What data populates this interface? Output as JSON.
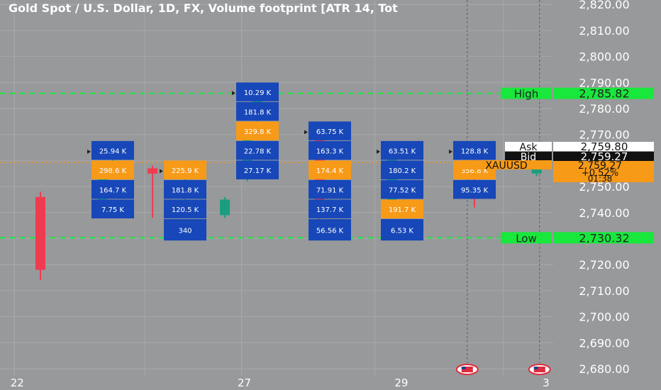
{
  "title": "Gold Spot / U.S. Dollar, 1D, FX, Volume footprint [ATR 14, Tot",
  "colors": {
    "background": "#98999b",
    "grid": "#a8a9ab",
    "text": "#ffffff",
    "footprint_cell": "#1747b8",
    "poc_cell": "#f79a17",
    "bull": "#1a9e7f",
    "bear": "#ef3b4f",
    "level_line": "#18e83c",
    "price_label": "#f79a17",
    "current_price_line": "#f79a17"
  },
  "chart_data": {
    "type": "candlestick-footprint",
    "title": "Gold Spot / U.S. Dollar, 1D, FX, Volume footprint [ATR 14, Tot",
    "y_axis": {
      "ticks": [
        "2,820.00",
        "2,810.00",
        "2,800.00",
        "2,790.00",
        "2,780.00",
        "2,770.00",
        "2,760.00",
        "2,750.00",
        "2,740.00",
        "2,730.00",
        "2,720.00",
        "2,710.00",
        "2,700.00",
        "2,690.00",
        "2,680.00"
      ],
      "range": [
        2677,
        2823
      ]
    },
    "x_axis": {
      "ticks": [
        "22",
        "27",
        "29",
        "3"
      ]
    },
    "footprints": [
      {
        "day": 1,
        "rows": [
          {
            "high": 2767.5,
            "low": 2760.0,
            "volume": "25.94 K",
            "poc": false
          },
          {
            "high": 2760.0,
            "low": 2752.5,
            "volume": "298.6 K",
            "poc": true
          },
          {
            "high": 2752.5,
            "low": 2745.0,
            "volume": "164.7 K",
            "poc": false
          },
          {
            "high": 2745.0,
            "low": 2737.5,
            "volume": "7.75 K",
            "poc": false
          }
        ]
      },
      {
        "day": 2,
        "rows": [
          {
            "high": 2760.0,
            "low": 2752.5,
            "volume": "225.9 K",
            "poc": true
          },
          {
            "high": 2752.5,
            "low": 2745.0,
            "volume": "181.8 K",
            "poc": false
          },
          {
            "high": 2745.0,
            "low": 2737.5,
            "volume": "120.5 K",
            "poc": false
          },
          {
            "high": 2737.5,
            "low": 2729.0,
            "volume": "340",
            "poc": false
          }
        ]
      },
      {
        "day": 3,
        "rows": [
          {
            "high": 2790.0,
            "low": 2782.5,
            "volume": "10.29 K",
            "poc": false
          },
          {
            "high": 2782.5,
            "low": 2775.0,
            "volume": "181.8 K",
            "poc": false
          },
          {
            "high": 2775.0,
            "low": 2767.5,
            "volume": "329.8 K",
            "poc": true
          },
          {
            "high": 2767.5,
            "low": 2760.0,
            "volume": "22.78 K",
            "poc": false
          },
          {
            "high": 2760.0,
            "low": 2752.5,
            "volume": "27.17 K",
            "poc": false
          }
        ]
      },
      {
        "day": 4,
        "rows": [
          {
            "high": 2775.0,
            "low": 2767.5,
            "volume": "63.75 K",
            "poc": false
          },
          {
            "high": 2767.5,
            "low": 2760.0,
            "volume": "163.3 K",
            "poc": false
          },
          {
            "high": 2760.0,
            "low": 2752.5,
            "volume": "174.4 K",
            "poc": true
          },
          {
            "high": 2752.5,
            "low": 2745.0,
            "volume": "71.91 K",
            "poc": false
          },
          {
            "high": 2745.0,
            "low": 2737.5,
            "volume": "137.7 K",
            "poc": false
          },
          {
            "high": 2737.5,
            "low": 2729.0,
            "volume": "56.56 K",
            "poc": false
          }
        ]
      },
      {
        "day": 5,
        "rows": [
          {
            "high": 2767.5,
            "low": 2760.0,
            "volume": "63.51 K",
            "poc": false
          },
          {
            "high": 2760.0,
            "low": 2752.5,
            "volume": "180.2 K",
            "poc": false
          },
          {
            "high": 2752.5,
            "low": 2745.0,
            "volume": "77.52 K",
            "poc": false
          },
          {
            "high": 2745.0,
            "low": 2737.5,
            "volume": "191.7 K",
            "poc": true
          },
          {
            "high": 2737.5,
            "low": 2729.0,
            "volume": "6.53 K",
            "poc": false
          }
        ]
      },
      {
        "day": 6,
        "rows": [
          {
            "high": 2767.5,
            "low": 2760.0,
            "volume": "128.8 K",
            "poc": false
          },
          {
            "high": 2760.0,
            "low": 2752.5,
            "volume": "356.8 K",
            "poc": true
          },
          {
            "high": 2752.5,
            "low": 2745.0,
            "volume": "95.35 K",
            "poc": false
          }
        ]
      }
    ],
    "candles": [
      {
        "day": 0,
        "open": 2746,
        "close": 2718,
        "high": 2748,
        "low": 2714
      },
      {
        "day": 0.86,
        "open": 2745,
        "close": 2754,
        "high": 2756,
        "low": 2742
      },
      {
        "day": 1,
        "open": 2757,
        "close": 2760,
        "high": 2762,
        "low": 2755
      },
      {
        "day": 1.55,
        "open": 2757,
        "close": 2755,
        "high": 2758,
        "low": 2738
      },
      {
        "day": 2,
        "open": 2754,
        "close": 2754,
        "high": 2760,
        "low": 2742
      },
      {
        "day": 2.55,
        "open": 2739,
        "close": 2745,
        "high": 2746,
        "low": 2738
      },
      {
        "day": 2.86,
        "open": 2754,
        "close": 2773,
        "high": 2775,
        "low": 2752
      },
      {
        "day": 3,
        "open": 2776,
        "close": 2783,
        "high": 2785,
        "low": 2775
      },
      {
        "day": 3.86,
        "open": 2768,
        "close": 2739,
        "high": 2772,
        "low": 2730
      },
      {
        "day": 4.86,
        "open": 2741,
        "close": 2764,
        "high": 2766,
        "low": 2740
      },
      {
        "day": 6,
        "open": 2764,
        "close": 2761,
        "high": 2765,
        "low": 2742
      },
      {
        "day": 6.86,
        "open": 2755,
        "close": 2759.27,
        "high": 2760,
        "low": 2754
      }
    ],
    "levels": [
      {
        "name": "High",
        "value": "2,785.82",
        "price": 2785.82
      },
      {
        "name": "Low",
        "value": "2,730.32",
        "price": 2730.32
      }
    ],
    "quote": {
      "ask_label": "Ask",
      "ask": "2,759.80",
      "bid_label": "Bid",
      "bid": "2,759.27",
      "symbol": "XAUUSD",
      "last": "2,759.27",
      "change": "+0.52%",
      "countdown": "01:38",
      "price": 2759.27
    },
    "event_markers": [
      {
        "day": 5.9
      },
      {
        "day": 6.9
      }
    ]
  }
}
